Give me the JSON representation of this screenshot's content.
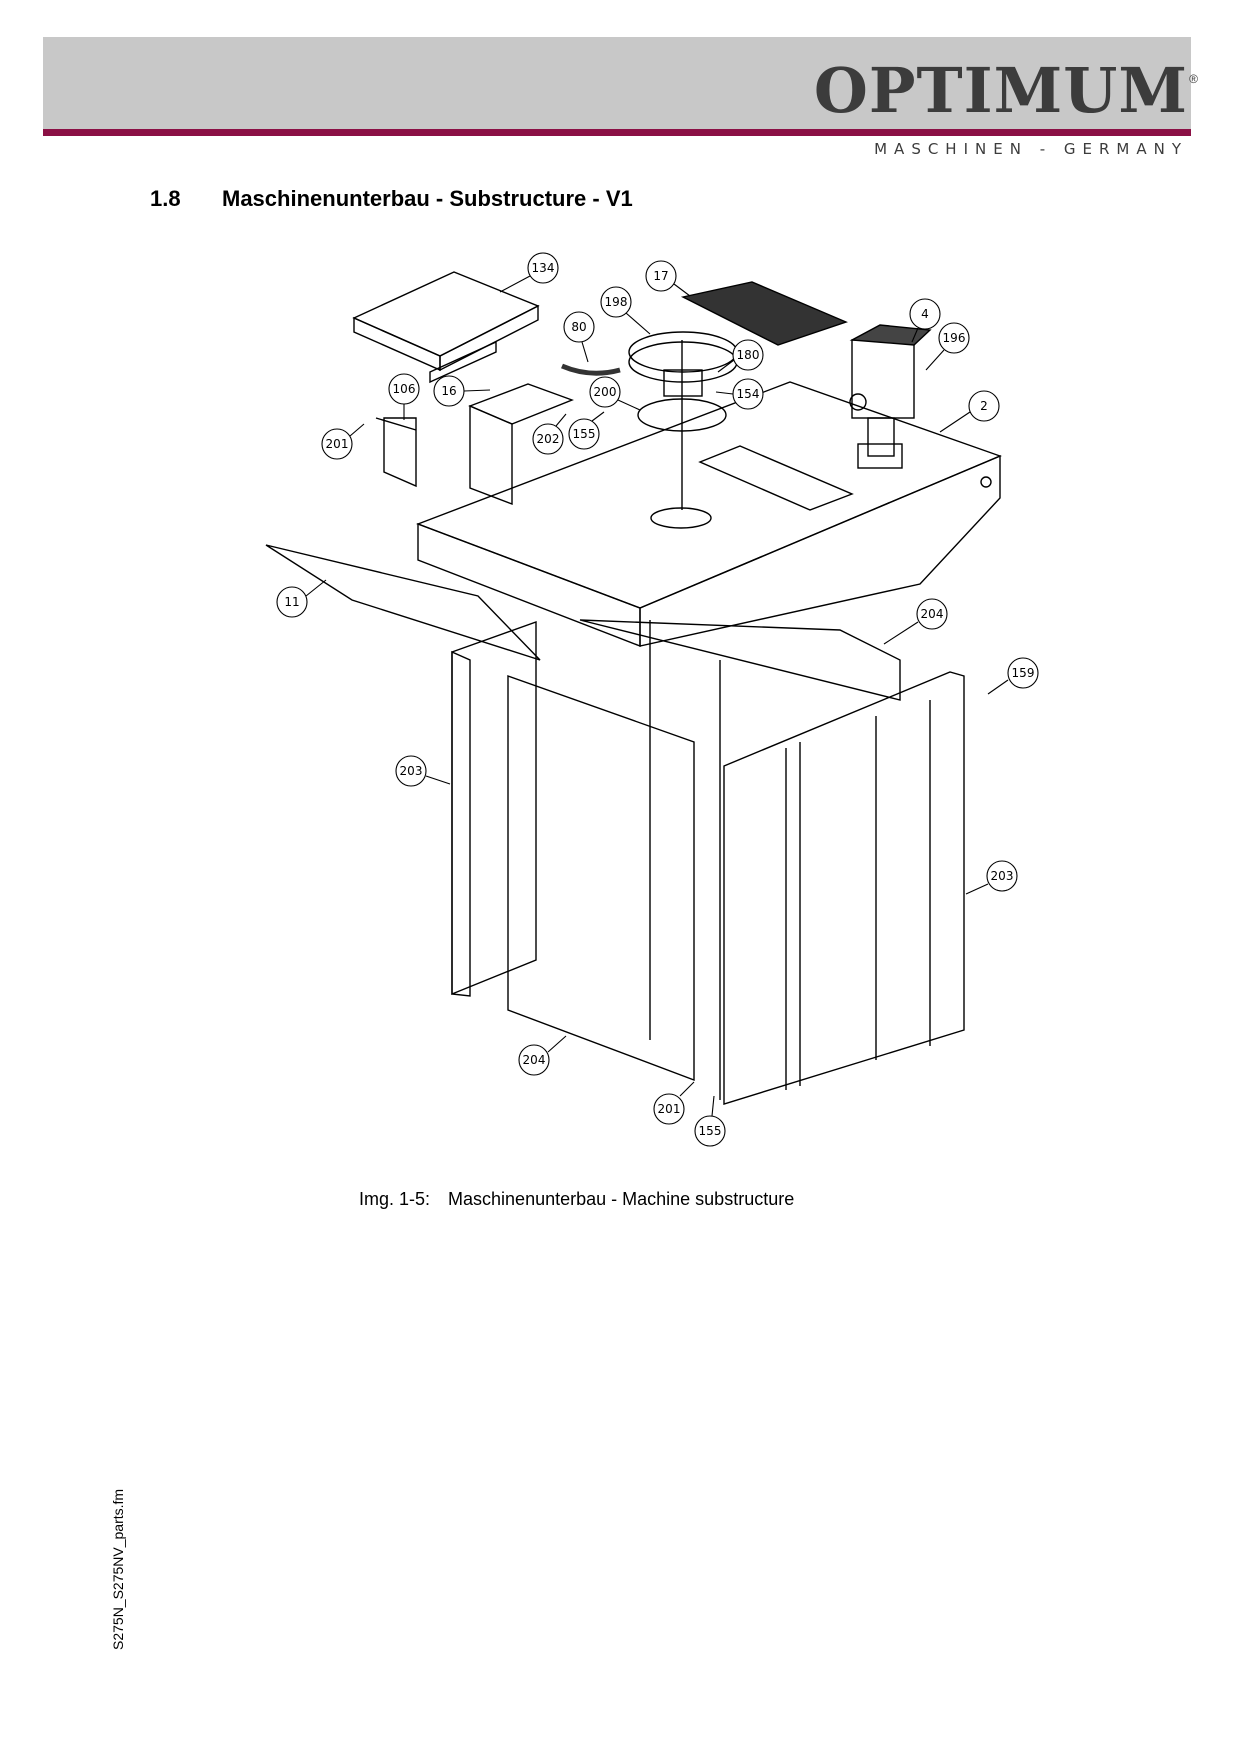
{
  "header": {
    "brand": "OPTIMUM",
    "registered": "®",
    "tagline": "MASCHINEN - GERMANY"
  },
  "section": {
    "number": "1.8",
    "title": "Maschinenunterbau - Substructure - V1"
  },
  "figure": {
    "label": "Img. 1-5:",
    "caption": "Maschinenunterbau - Machine substructure"
  },
  "callouts": [
    "134",
    "17",
    "198",
    "4",
    "80",
    "196",
    "180",
    "16",
    "106",
    "200",
    "154",
    "2",
    "201",
    "202",
    "155",
    "11",
    "204",
    "159",
    "203",
    "203",
    "204",
    "201",
    "155"
  ],
  "footer": {
    "filename": "S275N_S275NV_parts.fm"
  }
}
